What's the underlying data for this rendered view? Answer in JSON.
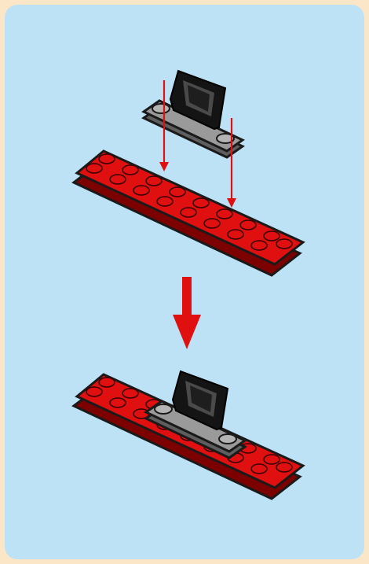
{
  "instruction_step": {
    "parts": [
      {
        "name": "red-plate",
        "color": "#e01010",
        "stroke": "#1a1a1a"
      },
      {
        "name": "gray-bracket-plate",
        "color": "#9a9a9a",
        "stroke": "#1a1a1a"
      },
      {
        "name": "black-bracket",
        "color": "#141414"
      }
    ],
    "colors": {
      "background": "#bde2f6",
      "border": "#fbe7c8",
      "arrow": "#e01010",
      "guide_line": "#e01010"
    },
    "icons": [
      "down-arrow-icon",
      "placement-guide-arrow-icon"
    ]
  }
}
